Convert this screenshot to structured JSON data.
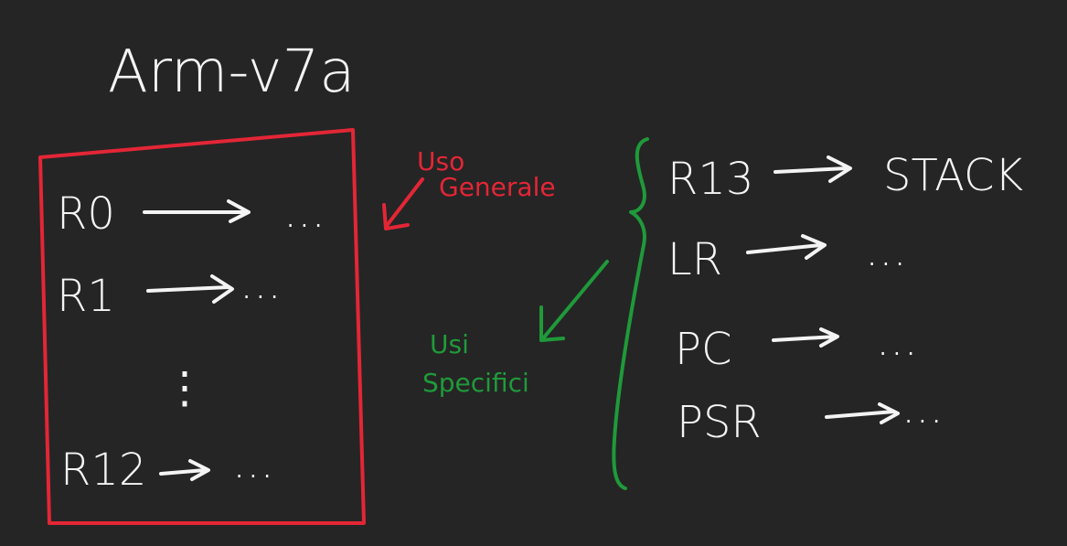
{
  "title": "Arm-v7a",
  "general_registers": {
    "label_line1": "Uso",
    "label_line2": "Generale",
    "items": [
      {
        "name": "R0",
        "target": "..."
      },
      {
        "name": "R1",
        "target": "..."
      },
      {
        "name": "R12",
        "target": "..."
      }
    ],
    "ellipsis": "⋮"
  },
  "special_registers": {
    "label_line1": "Usi",
    "label_line2": "Specifici",
    "items": [
      {
        "name": "R13",
        "target": "STACK"
      },
      {
        "name": "LR",
        "target": "..."
      },
      {
        "name": "PC",
        "target": "..."
      },
      {
        "name": "PSR",
        "target": "..."
      }
    ]
  },
  "colors": {
    "background": "#252525",
    "general": "#e32636",
    "specific": "#1f9a3a",
    "ink": "#f4f4f4"
  }
}
